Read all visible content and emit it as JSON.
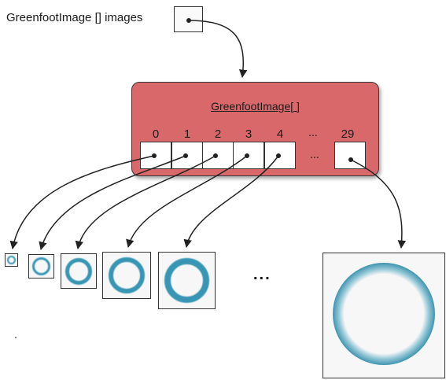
{
  "variable": {
    "declaration": "GreenfootImage [] images"
  },
  "array_object": {
    "type_label": "GreenfootImage[ ]",
    "indices": [
      "0",
      "1",
      "2",
      "3",
      "4"
    ],
    "ellipsis": "...",
    "last_index": "29"
  },
  "image_row": {
    "ellipsis": "..."
  },
  "colors": {
    "array_fill": "#d9686b",
    "ring": "#3896b4",
    "arrow": "#222222"
  }
}
